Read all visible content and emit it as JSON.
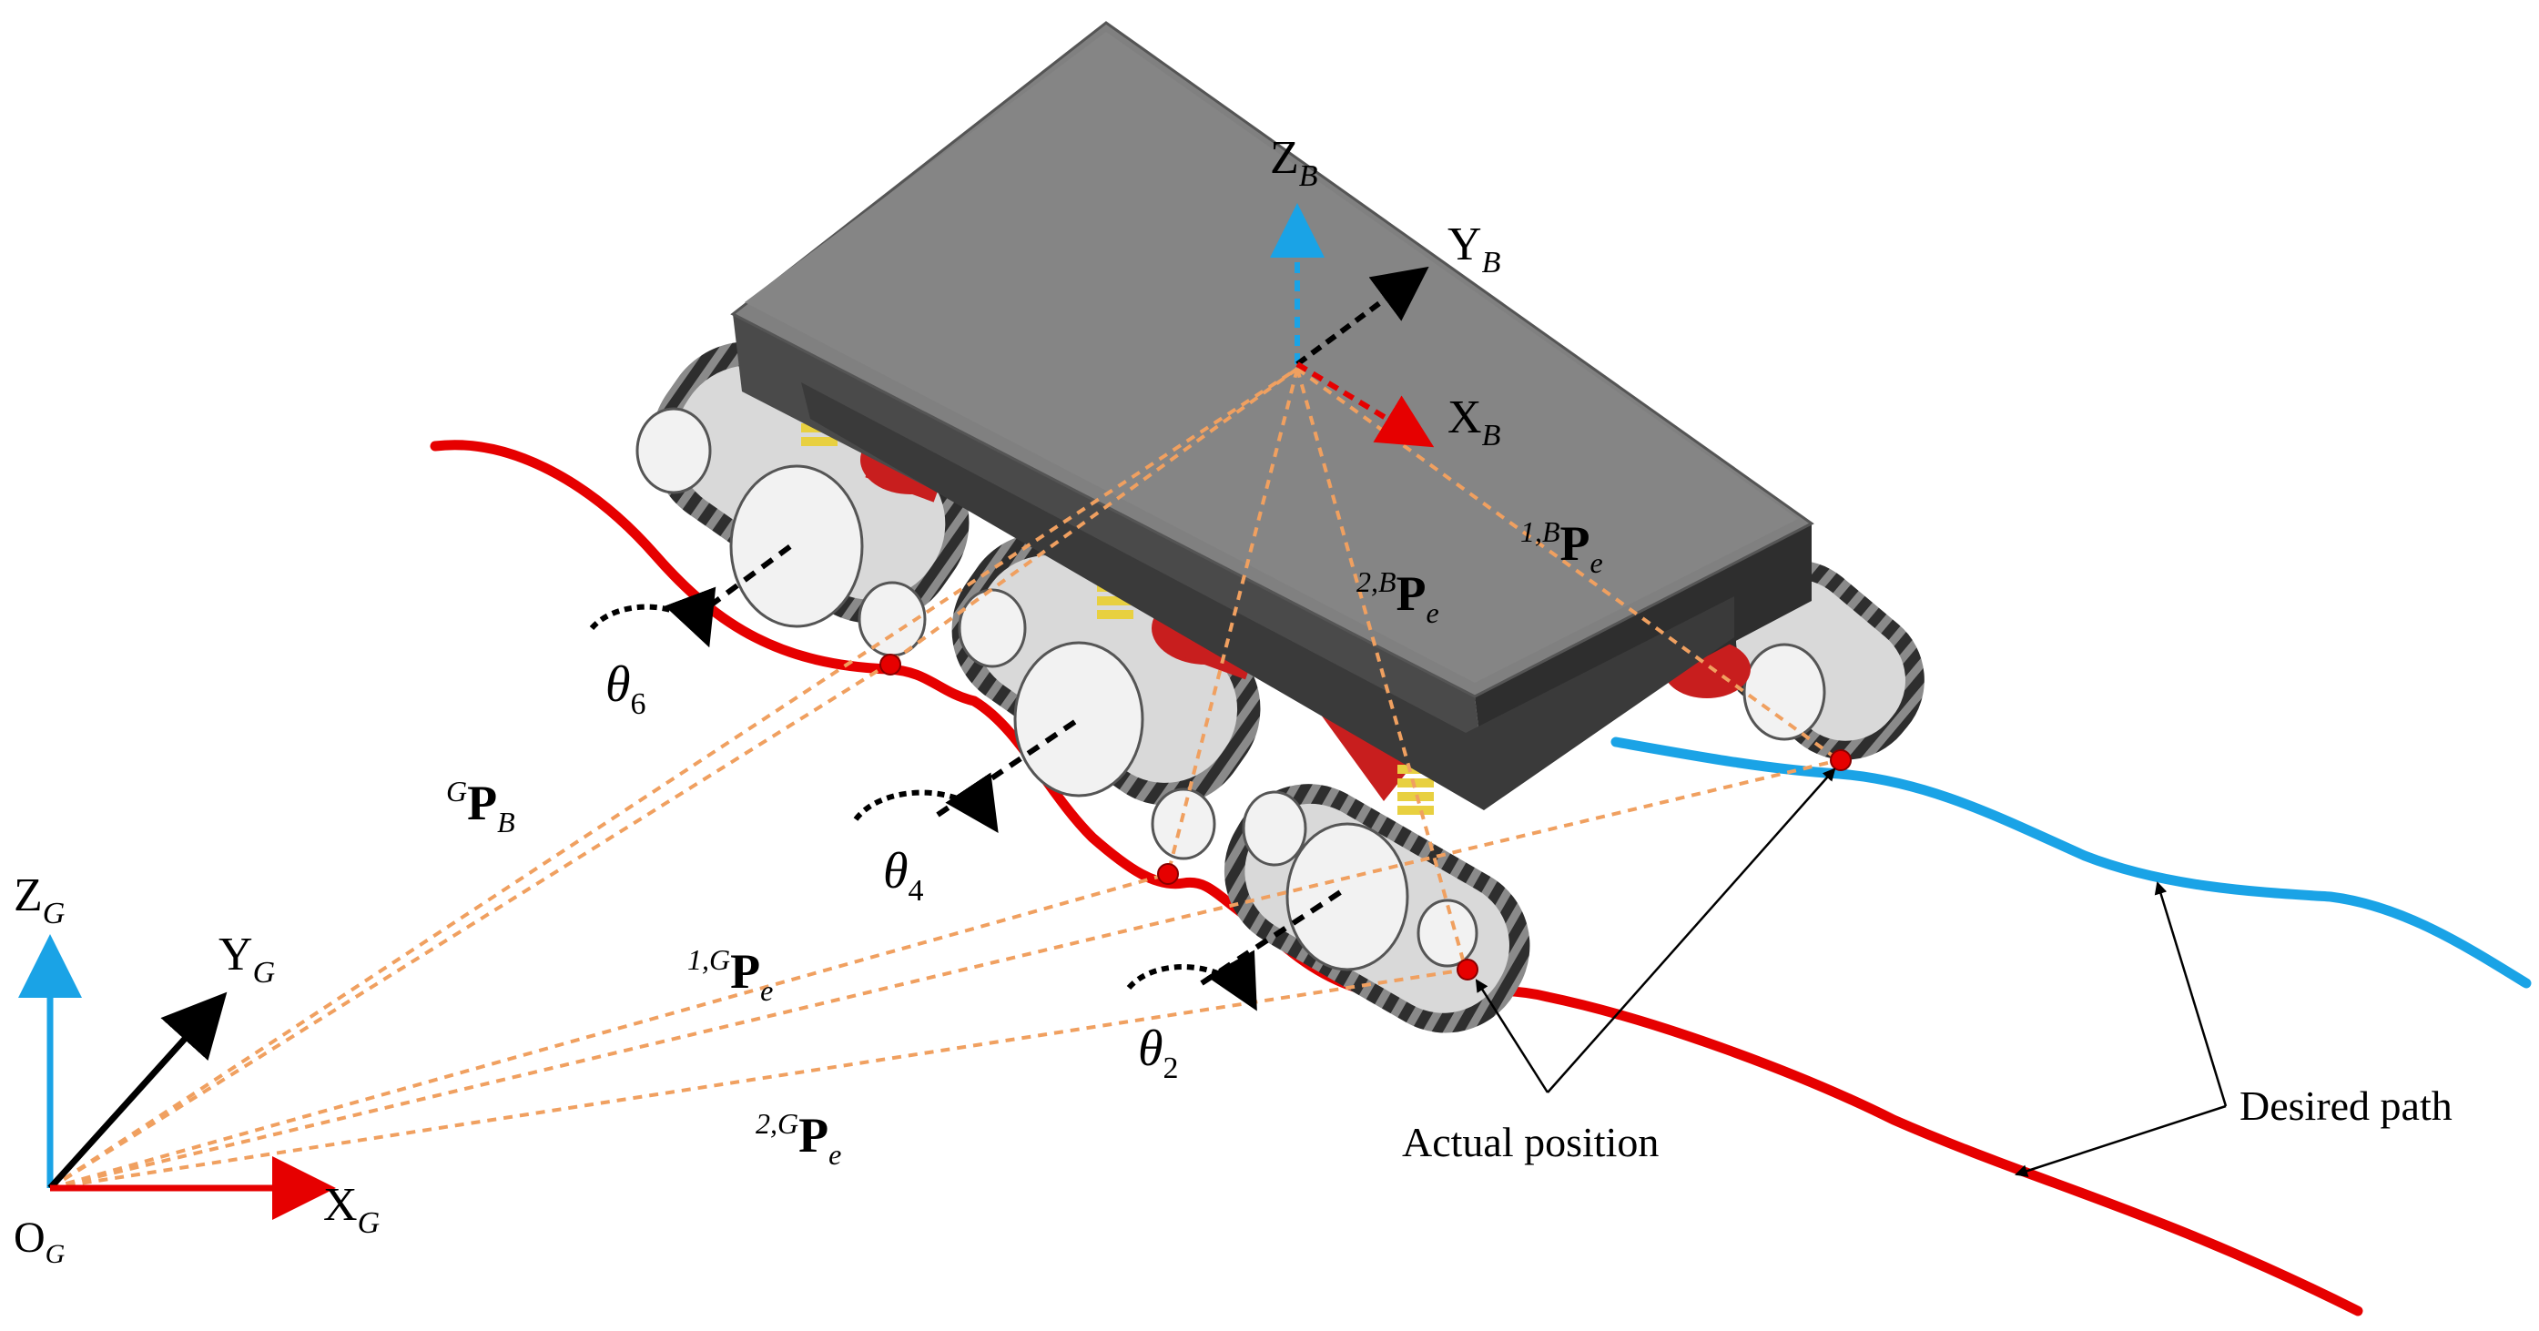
{
  "colors": {
    "path_red": "#e60000",
    "path_blue": "#1aa3e6",
    "axis_blue": "#1aa3e6",
    "axis_red": "#e60000",
    "axis_black": "#000000",
    "vector_orange": "#f0a060",
    "body_top": "#7f7f7f",
    "body_side": "#3a3a3a",
    "suspension_red": "#c81e1e",
    "spring_yellow": "#e8d040"
  },
  "global_frame": {
    "origin": {
      "main": "O",
      "sub": "G"
    },
    "x": {
      "main": "X",
      "sub": "G"
    },
    "y": {
      "main": "Y",
      "sub": "G"
    },
    "z": {
      "main": "Z",
      "sub": "G"
    }
  },
  "body_frame": {
    "x": {
      "main": "X",
      "sub": "B"
    },
    "y": {
      "main": "Y",
      "sub": "B"
    },
    "z": {
      "main": "Z",
      "sub": "B"
    }
  },
  "vectors": {
    "GPB": {
      "sup": "G",
      "main": "P",
      "sub": "B"
    },
    "1GPe": {
      "sup": "1,G",
      "main": "P",
      "sub": "e"
    },
    "2GPe": {
      "sup": "2,G",
      "main": "P",
      "sub": "e"
    },
    "1BPe": {
      "sup": "1,B",
      "main": "P",
      "sub": "e"
    },
    "2BPe": {
      "sup": "2,B",
      "main": "P",
      "sub": "e"
    }
  },
  "angles": {
    "theta6": {
      "main": "θ",
      "sub": "6"
    },
    "theta4": {
      "main": "θ",
      "sub": "4"
    },
    "theta2": {
      "main": "θ",
      "sub": "2"
    }
  },
  "annotations": {
    "actual_position": "Actual position",
    "desired_path": "Desired path"
  }
}
